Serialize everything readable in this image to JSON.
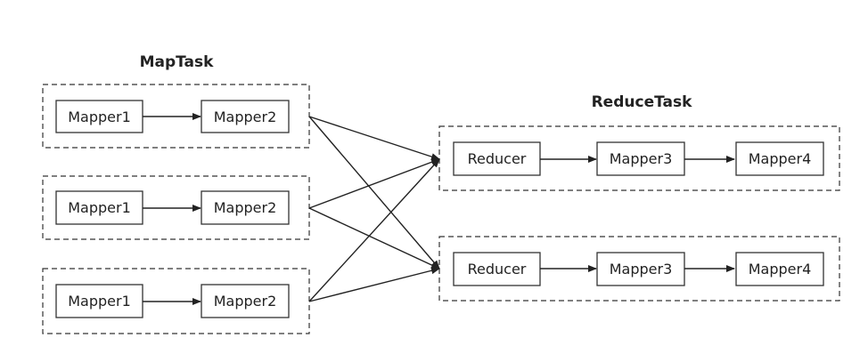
{
  "titles": {
    "map": "MapTask",
    "reduce": "ReduceTask"
  },
  "map_groups": [
    {
      "first": "Mapper1",
      "second": "Mapper2"
    },
    {
      "first": "Mapper1",
      "second": "Mapper2"
    },
    {
      "first": "Mapper1",
      "second": "Mapper2"
    }
  ],
  "reduce_groups": [
    {
      "first": "Reducer",
      "second": "Mapper3",
      "third": "Mapper4"
    },
    {
      "first": "Reducer",
      "second": "Mapper3",
      "third": "Mapper4"
    }
  ],
  "colors": {
    "stroke": "#333333",
    "text": "#222222",
    "background": "#ffffff"
  }
}
